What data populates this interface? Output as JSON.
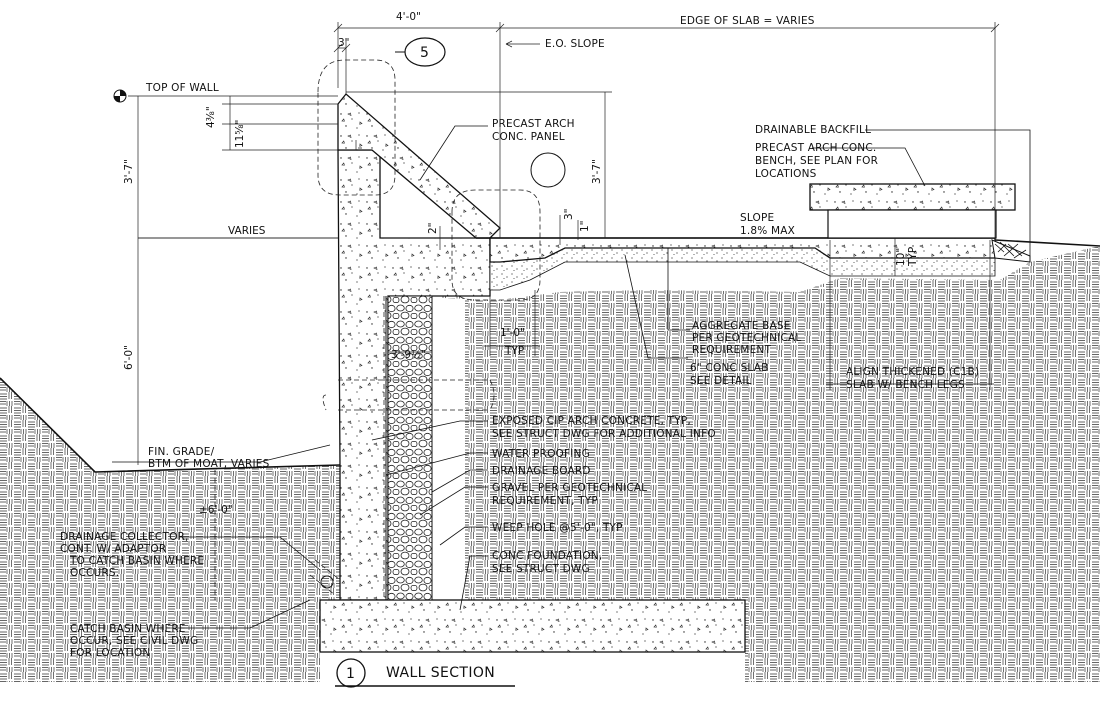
{
  "title": "WALL SECTION",
  "detail_number": "1",
  "callout_number": "5",
  "dimensions": {
    "top_width": "4'-0\"",
    "edge_of_slab": "EDGE OF SLAB = VARIES",
    "eo_slope": "E.O. SLOPE",
    "three_in": "3\"",
    "four_three_eighths": "4⅜\"",
    "eleven_five_eighths": "11⅝\"",
    "three_seven_left": "3'-7\"",
    "three_seven_right": "3'-7\"",
    "varies": "VARIES",
    "two_in": "2\"",
    "three_in_b": "3\"",
    "one_in": "1\"",
    "six_zero": "6'-0\"",
    "one_zero": "1'-0\"",
    "typ": "TYP",
    "three_nine": "3'-9½\"",
    "ten_in": "10\"",
    "ten_typ": "TYP",
    "plus_minus_six": "±6'-0\""
  },
  "labels": {
    "top_of_wall": "TOP OF WALL",
    "precast_panel_1": "PRECAST ARCH",
    "precast_panel_2": "CONC. PANEL",
    "drainable_backfill": "DRAINABLE BACKFILL",
    "bench_1": "PRECAST ARCH CONC.",
    "bench_2": "BENCH, SEE PLAN FOR",
    "bench_3": "LOCATIONS",
    "slope_1": "SLOPE",
    "slope_2": "1.8% MAX",
    "agg_1": "AGGREGATE BASE",
    "agg_2": "PER GEOTECHNICAL",
    "agg_3": "REQUIREMENT",
    "slab_1": "6\" CONC SLAB",
    "slab_2": "SEE DETAIL",
    "align_1": "ALIGN THICKENED (C1B)",
    "align_2": "SLAB W/ BENCH LEGS",
    "exposed_1": "EXPOSED CIP ARCH CONCRETE, TYP,",
    "exposed_2": "SEE STRUCT DWG FOR ADDITIONAL INFO",
    "water_proofing": "WATER PROOFING",
    "drainage_board": "DRAINAGE BOARD",
    "gravel_1": "GRAVEL PER GEOTECHNICAL",
    "gravel_2": "REQUIREMENT, TYP",
    "weep": "WEEP HOLE @5'-0\", TYP",
    "found_1": "CONC FOUNDATION,",
    "found_2": "SEE STRUCT DWG",
    "fin_grade_1": "FIN. GRADE/",
    "fin_grade_2": "BTM OF MOAT, VARIES",
    "collector_1": "DRAINAGE COLLECTOR,",
    "collector_2": "CONT. W/ ADAPTOR",
    "collector_3": "TO CATCH BASIN WHERE",
    "collector_4": "OCCURS.",
    "catch_1": "CATCH BASIN WHERE",
    "catch_2": "OCCUR, SEE CIVIL DWG",
    "catch_3": "FOR LOCATION"
  }
}
